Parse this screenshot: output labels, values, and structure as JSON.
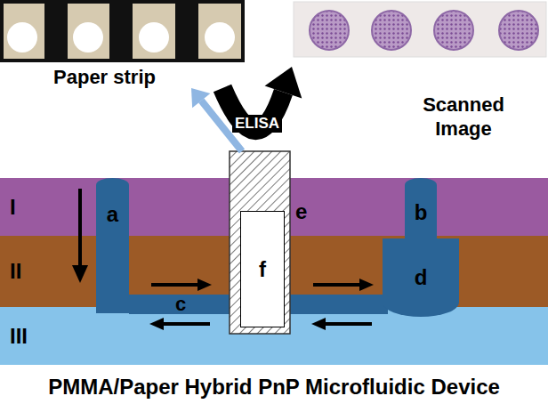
{
  "diagram": {
    "title": "PMMA/Paper Hybrid PnP Microfluidic Device",
    "nodes": [
      {
        "text": [
          "Paper strip"
        ]
      },
      {
        "text": [
          "Scanned Image"
        ]
      },
      {
        "text": [
          "I"
        ]
      },
      {
        "text": [
          "II"
        ]
      },
      {
        "text": [
          "III"
        ]
      },
      {
        "text": [
          "a"
        ]
      },
      {
        "text": [
          "b"
        ]
      },
      {
        "text": [
          "c"
        ]
      },
      {
        "text": [
          "d"
        ]
      },
      {
        "text": [
          "e"
        ]
      },
      {
        "text": [
          "f"
        ],
        "in": 9
      }
    ],
    "edges": [
      {
        "from": 0,
        "to": 1,
        "label": "ELISA",
        "arrow": "to"
      },
      {
        "from": 9,
        "to": 0,
        "arrow": "to"
      }
    ]
  }
}
